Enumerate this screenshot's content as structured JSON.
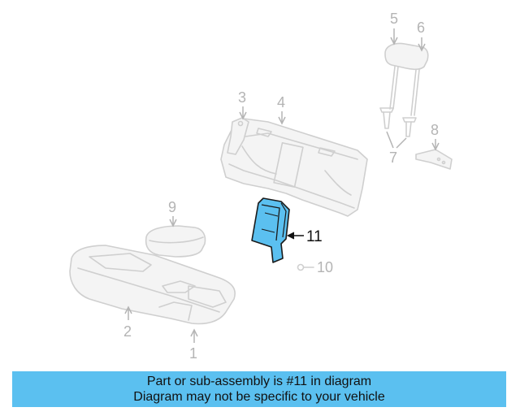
{
  "diagram": {
    "callouts": {
      "c1": "1",
      "c2": "2",
      "c3": "3",
      "c4": "4",
      "c5": "5",
      "c6": "6",
      "c7": "7",
      "c8": "8",
      "c9": "9",
      "c10": "10",
      "c11": "11"
    },
    "highlight_part": "11",
    "highlight_color": "#5bc0f0",
    "outline_color": "#cfcfcf"
  },
  "banner": {
    "line1": "Part or sub-assembly is #11 in diagram",
    "line2": "Diagram may not be specific to your vehicle",
    "background": "#5bc0f0"
  }
}
